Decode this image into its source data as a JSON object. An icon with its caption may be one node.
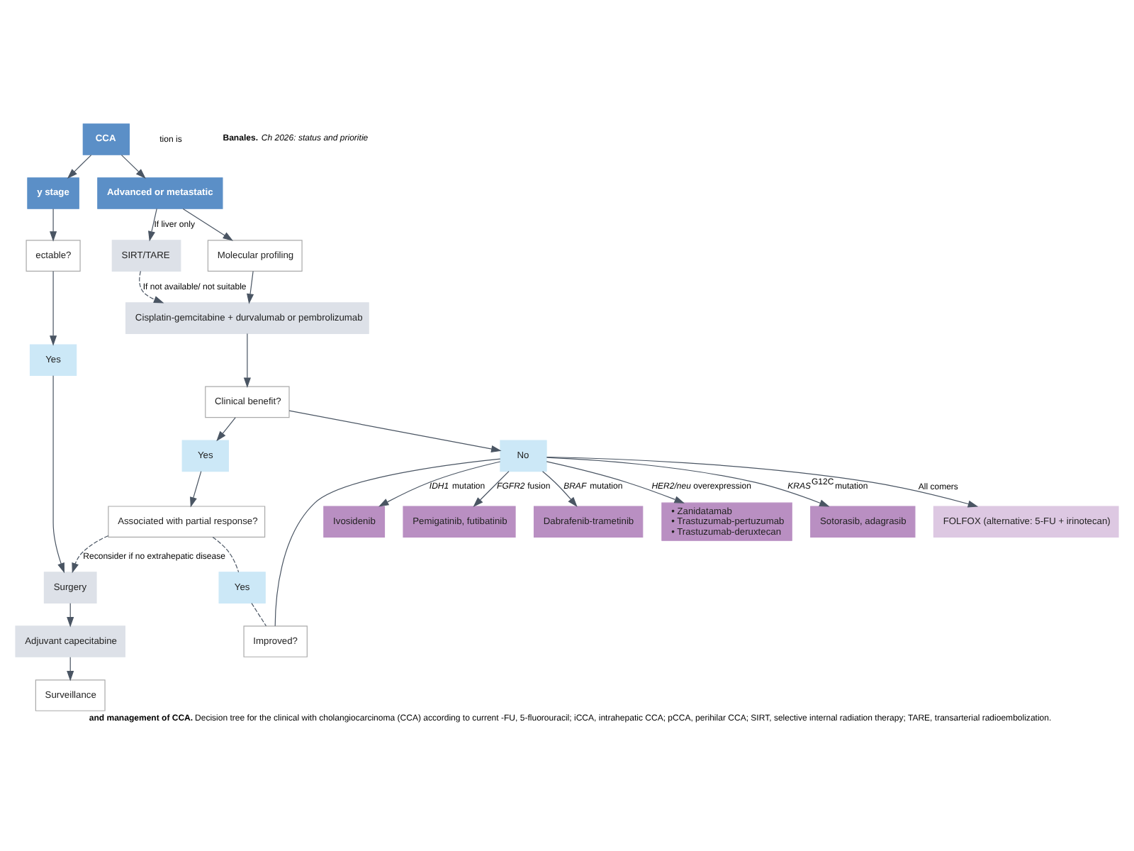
{
  "diagram": {
    "caption": "**and management of CCA.** Decision tree for the clinical with cholangiocarcinoma (CCA) according to current -FU, 5-fluorouracil; iCCA, intrahepatic CCA; pCCA, perihilar CCA; SIRT, selective internal radiation therapy; TARE, transarterial radioembolization.",
    "nodes": [
      {
        "text": [
          "CCA"
        ]
      },
      {
        "text": [
          "y stage"
        ]
      },
      {
        "text": [
          "ectable?"
        ]
      },
      {
        "text": [
          "Advanced or metastatic"
        ]
      },
      {
        "text": [
          "SIRT/TARE"
        ]
      },
      {
        "text": [
          "Molecular profiling"
        ]
      },
      {
        "text": [
          "Cisplatin-gemcitabine + durvalumab or pembrolizumab"
        ]
      },
      {
        "text": [
          "Clinical benefit?"
        ]
      },
      {
        "text": [
          "Yes"
        ]
      },
      {
        "text": [
          "Surgery"
        ]
      },
      {
        "text": [
          "Adjuvant capecitabine"
        ]
      },
      {
        "text": [
          "Surveillance"
        ]
      },
      {
        "text": [
          "Yes"
        ]
      },
      {
        "text": [
          "No"
        ]
      },
      {
        "text": [
          "Associated with partial response?"
        ]
      },
      {
        "text": [
          "Yes"
        ]
      },
      {
        "text": [
          "Improved?"
        ]
      },
      {
        "text": [
          "Ivosidenib"
        ]
      },
      {
        "text": [
          "Pemigatinib, futibatinib"
        ]
      },
      {
        "text": [
          "Dabrafenib-trametinib"
        ]
      },
      {
        "text": [
          "• Zanidatamab",
          "• Trastuzumab-pertuzumab",
          "• Trastuzumab-deruxtecan"
        ]
      },
      {
        "text": [
          "Sotorasib, adagrasib"
        ]
      },
      {
        "text": [
          "FOLFOX (alternative: 5-FU + irinotecan)"
        ]
      }
    ],
    "edges": [
      {
        "from": 0,
        "to": 1,
        "arrow": "to"
      },
      {
        "from": 0,
        "to": 3,
        "arrow": "to"
      },
      {
        "from": 1,
        "to": 2,
        "arrow": "to"
      },
      {
        "from": 2,
        "to": 8,
        "arrow": "to"
      },
      {
        "from": 3,
        "to": 4,
        "arrow": "to",
        "label": "If liver only"
      },
      {
        "from": 4,
        "to": 6,
        "arrow": "to",
        "style": "dashed",
        "label": "If not available/ not suitable"
      },
      {
        "from": 3,
        "to": 5,
        "arrow": "to"
      },
      {
        "from": 5,
        "to": 6,
        "arrow": "to"
      },
      {
        "from": 6,
        "to": 7,
        "arrow": "to"
      },
      {
        "from": 7,
        "to": 12,
        "arrow": "to"
      },
      {
        "from": 7,
        "to": 13,
        "arrow": "to"
      },
      {
        "from": 8,
        "to": 9,
        "arrow": "to"
      },
      {
        "from": 9,
        "to": 10,
        "arrow": "to"
      },
      {
        "from": 10,
        "to": 11,
        "arrow": "to"
      },
      {
        "from": 12,
        "to": 14,
        "arrow": "to"
      },
      {
        "from": 14,
        "to": 9,
        "arrow": "to",
        "style": "dashed",
        "label": "Reconsider if no extrahepatic disease"
      },
      {
        "from": 14,
        "to": 15,
        "arrow": "none",
        "style": "dashed"
      },
      {
        "from": 15,
        "to": 16,
        "arrow": "none",
        "style": "dashed"
      },
      {
        "from": 13,
        "to": 17,
        "arrow": "to",
        "label": "*IDH1* mutation"
      },
      {
        "from": 13,
        "to": 18,
        "arrow": "to",
        "label": "*FGFR2* fusion"
      },
      {
        "from": 13,
        "to": 19,
        "arrow": "to",
        "label": "*BRAF* mutation"
      },
      {
        "from": 13,
        "to": 20,
        "arrow": "to",
        "label": "*HER2/neu* overexpression"
      },
      {
        "from": 13,
        "to": 21,
        "arrow": "to",
        "label": "*KRAS*$^{G12C}$ mutation"
      },
      {
        "from": 13,
        "to": 22,
        "arrow": "to",
        "label": "All comers"
      },
      {
        "from": 13,
        "to": 16,
        "arrow": "none"
      }
    ],
    "labels": [
      "tion is",
      "**Banales.** *Ch 2026: status and prioritie*"
    ]
  }
}
